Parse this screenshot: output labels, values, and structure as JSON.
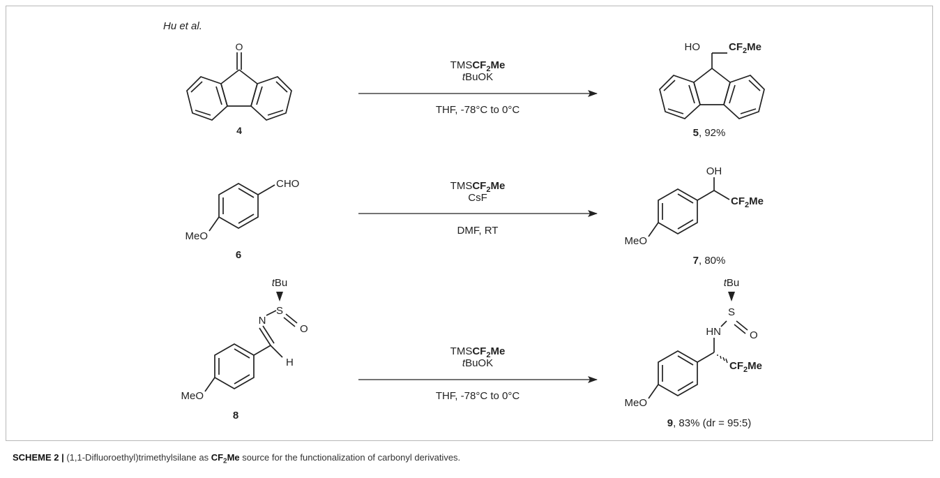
{
  "author": "Hu et al.",
  "reagent": {
    "tms": "TMS",
    "cf2": "CF",
    "sub2": "2",
    "me": "Me"
  },
  "rxn1": {
    "base": "tBuOK",
    "base_prefix": "t",
    "base_rest": "BuOK",
    "conditions": "THF, -78°C to 0°C",
    "sm_num": "4",
    "sm_atom": "O",
    "prod_num": "5",
    "prod_yield": ", 92%",
    "prod_oh": "HO"
  },
  "rxn2": {
    "base": "CsF",
    "conditions": "DMF, RT",
    "sm_num": "6",
    "sm_cho": "CHO",
    "sm_meo": "MeO",
    "prod_num": "7",
    "prod_yield": ", 80%",
    "prod_oh": "OH",
    "prod_meo": "MeO"
  },
  "rxn3": {
    "base_prefix": "t",
    "base_rest": "BuOK",
    "conditions": "THF, -78°C to 0°C",
    "sm_num": "8",
    "sm_tbu_prefix": "t",
    "sm_tbu_rest": "Bu",
    "sm_n": "N",
    "sm_s": "S",
    "sm_o": "O",
    "sm_h": "H",
    "sm_meo": "MeO",
    "prod_num": "9",
    "prod_yield": ", 83% (dr = 95:5)",
    "prod_hn": "HN",
    "prod_s": "S",
    "prod_o": "O",
    "prod_meo": "MeO"
  },
  "caption": {
    "label": "SCHEME 2 |",
    "text_a": " (1,1-Difluoroethyl)trimethylsilane as ",
    "cf": "CF",
    "sub": "2",
    "me": "Me",
    "text_b": " source for the functionalization of carbonyl derivatives."
  }
}
